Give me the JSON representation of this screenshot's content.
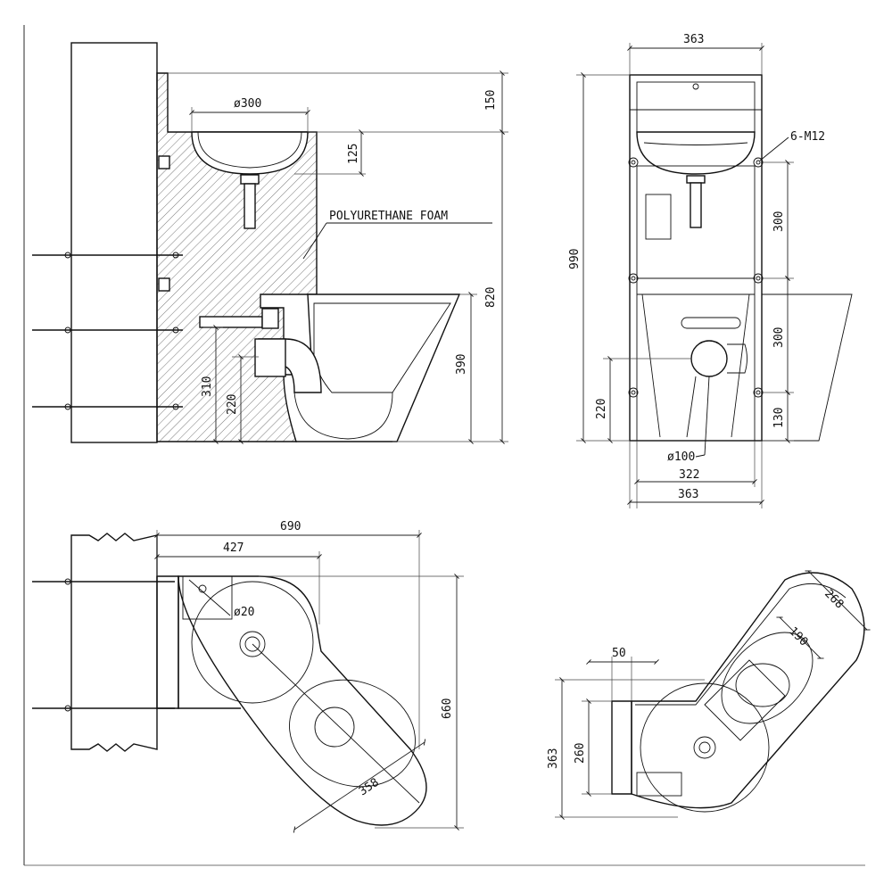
{
  "diagram": {
    "labels": {
      "basin_diameter": "ø300",
      "material_note": "POLYURETHANE FOAM",
      "bolt_spec": "6-M12",
      "outlet_diameter": "ø100",
      "hole_diameter": "ø20"
    },
    "side_view": {
      "top_offset": "150",
      "basin_depth": "125",
      "rim_height": "820",
      "pan_height": "390",
      "inlet_height": "310",
      "outlet_height": "220"
    },
    "front_view": {
      "top_width": "363",
      "total_height": "990",
      "bolt_spacing_upper": "300",
      "bolt_spacing_lower": "300",
      "bolt_base": "130",
      "outlet_height": "220",
      "inner_width": "322",
      "bottom_width": "363"
    },
    "plan_view": {
      "overall_length": "690",
      "basin_length": "427",
      "overall_depth": "660",
      "diagonal_length": "358"
    },
    "corner_view": {
      "offset": "50",
      "overall_width": "363",
      "inner_width": "260",
      "outer_width": "268",
      "bowl_width": "190"
    }
  }
}
